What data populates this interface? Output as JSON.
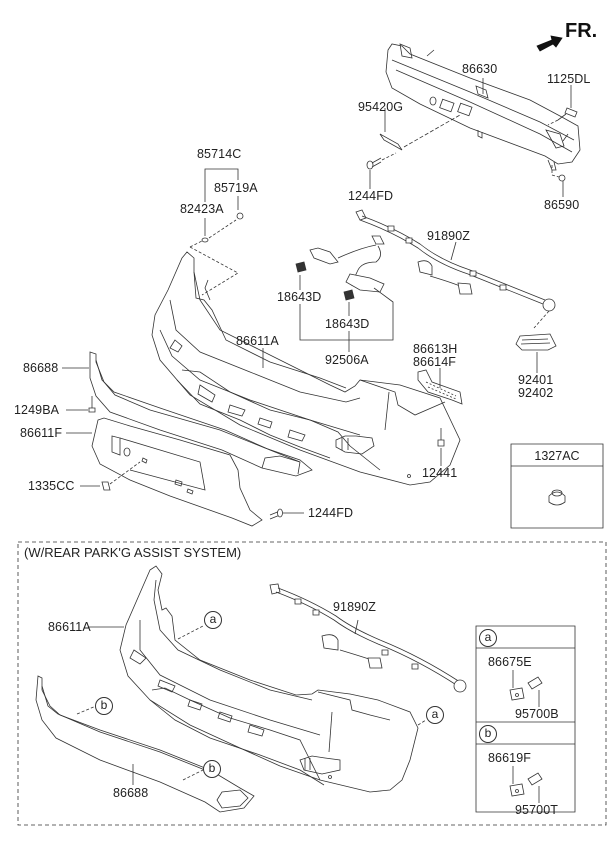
{
  "diagram": {
    "title": "Rear Bumper Parts Diagram",
    "direction_label": "FR.",
    "section_title": "(W/REAR PARK'G ASSIST SYSTEM)",
    "labels": {
      "p86630": "86630",
      "p1125DL": "1125DL",
      "p95420G": "95420G",
      "p1244FD_top": "1244FD",
      "p86590": "86590",
      "p85714C": "85714C",
      "p85719A": "85719A",
      "p82423A": "82423A",
      "p91890Z_top": "91890Z",
      "p18643D_a": "18643D",
      "p18643D_b": "18643D",
      "p92506A": "92506A",
      "p86611A_top": "86611A",
      "p86613H": "86613H",
      "p86614F": "86614F",
      "p92401": "92401",
      "p92402": "92402",
      "p86688_top": "86688",
      "p1249BA": "1249BA",
      "p86611F": "86611F",
      "p12441": "12441",
      "p1335CC": "1335CC",
      "p1244FD_bottom": "1244FD",
      "p86611A_bottom": "86611A",
      "p91890Z_bottom": "91890Z",
      "p86688_bottom": "86688"
    },
    "callouts": {
      "a": "a",
      "b": "b"
    },
    "inset_1327AC": {
      "header": "1327AC"
    },
    "inset_a": {
      "callout": "a",
      "part1": "86675E",
      "part2": "95700B"
    },
    "inset_b": {
      "callout": "b",
      "part1": "86619F",
      "part2": "95700T"
    }
  }
}
